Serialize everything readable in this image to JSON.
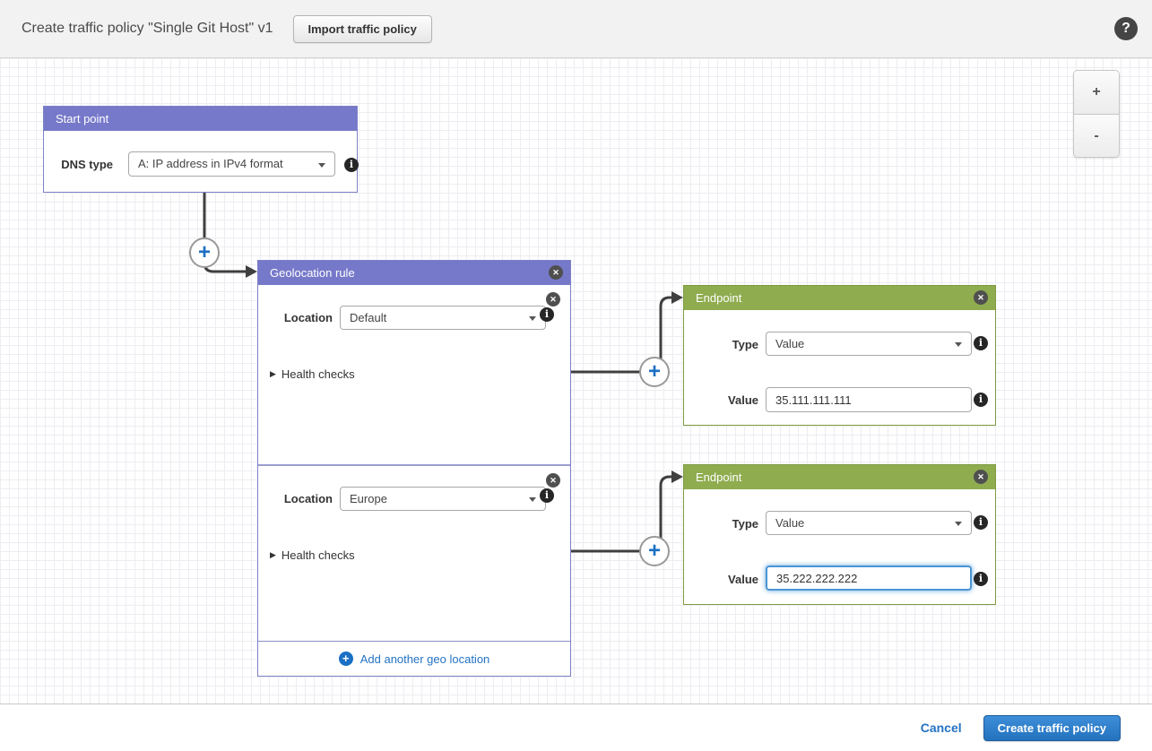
{
  "header": {
    "title": "Create traffic policy \"Single Git Host\" v1",
    "import_button_label": "Import traffic policy"
  },
  "zoom_controls": {
    "zoom_in_label": "+",
    "zoom_out_label": "-"
  },
  "start_point": {
    "title": "Start point",
    "dns_type_label": "DNS type",
    "dns_type_value": "A: IP address in IPv4 format"
  },
  "geolocation_rule": {
    "title": "Geolocation rule",
    "sections": [
      {
        "location_label": "Location",
        "location_value": "Default",
        "health_checks_label": "Health checks"
      },
      {
        "location_label": "Location",
        "location_value": "Europe",
        "health_checks_label": "Health checks"
      }
    ],
    "add_another_label": "Add another geo location"
  },
  "endpoints": [
    {
      "title": "Endpoint",
      "type_label": "Type",
      "type_value": "Value",
      "value_label": "Value",
      "value": "35.111.111.111"
    },
    {
      "title": "Endpoint",
      "type_label": "Type",
      "type_value": "Value",
      "value_label": "Value",
      "value": "35.222.222.222"
    }
  ],
  "footer": {
    "cancel_label": "Cancel",
    "create_button_label": "Create traffic policy"
  },
  "icons": {
    "help": "?",
    "close": "✕",
    "info": "i",
    "plus": "+",
    "expander": "▶"
  },
  "colors": {
    "rule_header_purple": "#7679c9",
    "endpoint_header_green": "#8fac4f",
    "connector_gray": "#3f3f3f",
    "accent_blue": "#1a6fc4",
    "link_blue": "#2573c2"
  }
}
